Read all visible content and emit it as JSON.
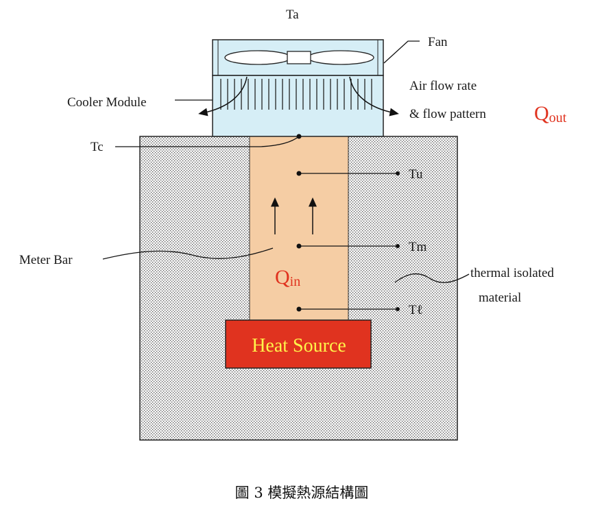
{
  "labels": {
    "ta": "Ta",
    "fan": "Fan",
    "cooler_module": "Cooler Module",
    "air_flow_line1": "Air flow rate",
    "air_flow_line2": "& flow pattern",
    "q_out_main": "Q",
    "q_out_sub": "out",
    "tc": "Tc",
    "tu": "Tu",
    "tm": "Tm",
    "tl": "Tℓ",
    "meter_bar": "Meter Bar",
    "q_in_main": "Q",
    "q_in_sub": "in",
    "thermal_line1": "thermal isolated",
    "thermal_line2": "material",
    "heat_source": "Heat Source"
  },
  "caption": "圖 3 模擬熱源結構圖",
  "colors": {
    "cooler_fill": "#d6eef6",
    "meter_bar_fill": "#f5cda4",
    "heat_source_fill": "#e0331f",
    "heat_source_text": "#fff34a",
    "q_label": "#e0331f",
    "insulation_dot": "#4a4a4a"
  }
}
